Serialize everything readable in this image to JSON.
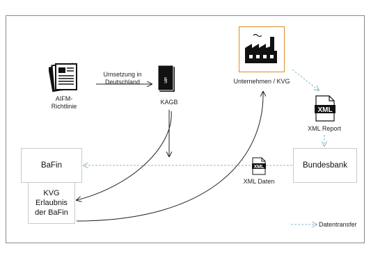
{
  "nodes": {
    "aifm": {
      "line1": "AIFM-",
      "line2": "Richtlinie"
    },
    "umsetzung": {
      "line1": "Umsetzung in",
      "line2": "Deutschland"
    },
    "kagb": {
      "label": "KAGB"
    },
    "unternehmen": {
      "label": "Unternehmen / KVG"
    },
    "xml_report": {
      "label": "XML Report",
      "icon_text": "XML"
    },
    "bafin": {
      "label": "BaFin"
    },
    "bundesbank": {
      "label": "Bundesbank"
    },
    "xml_daten": {
      "label": "XML Daten",
      "icon_text": "XML"
    },
    "kvg": {
      "line1": "KVG",
      "line2": "Erlaubnis",
      "line3": "der BaFin"
    }
  },
  "legend": {
    "datentransfer": "Datentransfer"
  },
  "colors": {
    "dashed_arrow": "#8fb8c8",
    "solid_arrow": "#222222",
    "factory_border": "#d98b2b"
  }
}
